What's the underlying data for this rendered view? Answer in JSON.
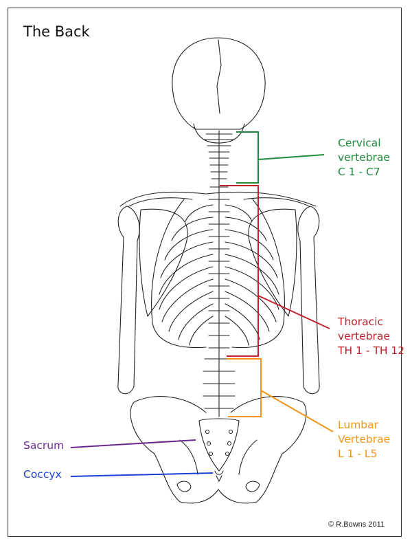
{
  "title": "The Back",
  "labels": {
    "cervical": {
      "l1": "Cervical",
      "l2": "vertebrae",
      "l3": "C 1 - C7"
    },
    "thoracic": {
      "l1": "Thoracic",
      "l2": "vertebrae",
      "l3": "TH 1 - TH 12"
    },
    "lumbar": {
      "l1": "Lumbar",
      "l2": "Vertebrae",
      "l3": "L 1 - L5"
    },
    "sacrum": "Sacrum",
    "coccyx": "Coccyx"
  },
  "credit": "© R.Bowns 2011",
  "colors": {
    "cervical": "#1e8a3c",
    "thoracic": "#c0202a",
    "lumbar": "#f2941a",
    "sacrum": "#6a2a8e",
    "coccyx": "#1a3fd4"
  }
}
